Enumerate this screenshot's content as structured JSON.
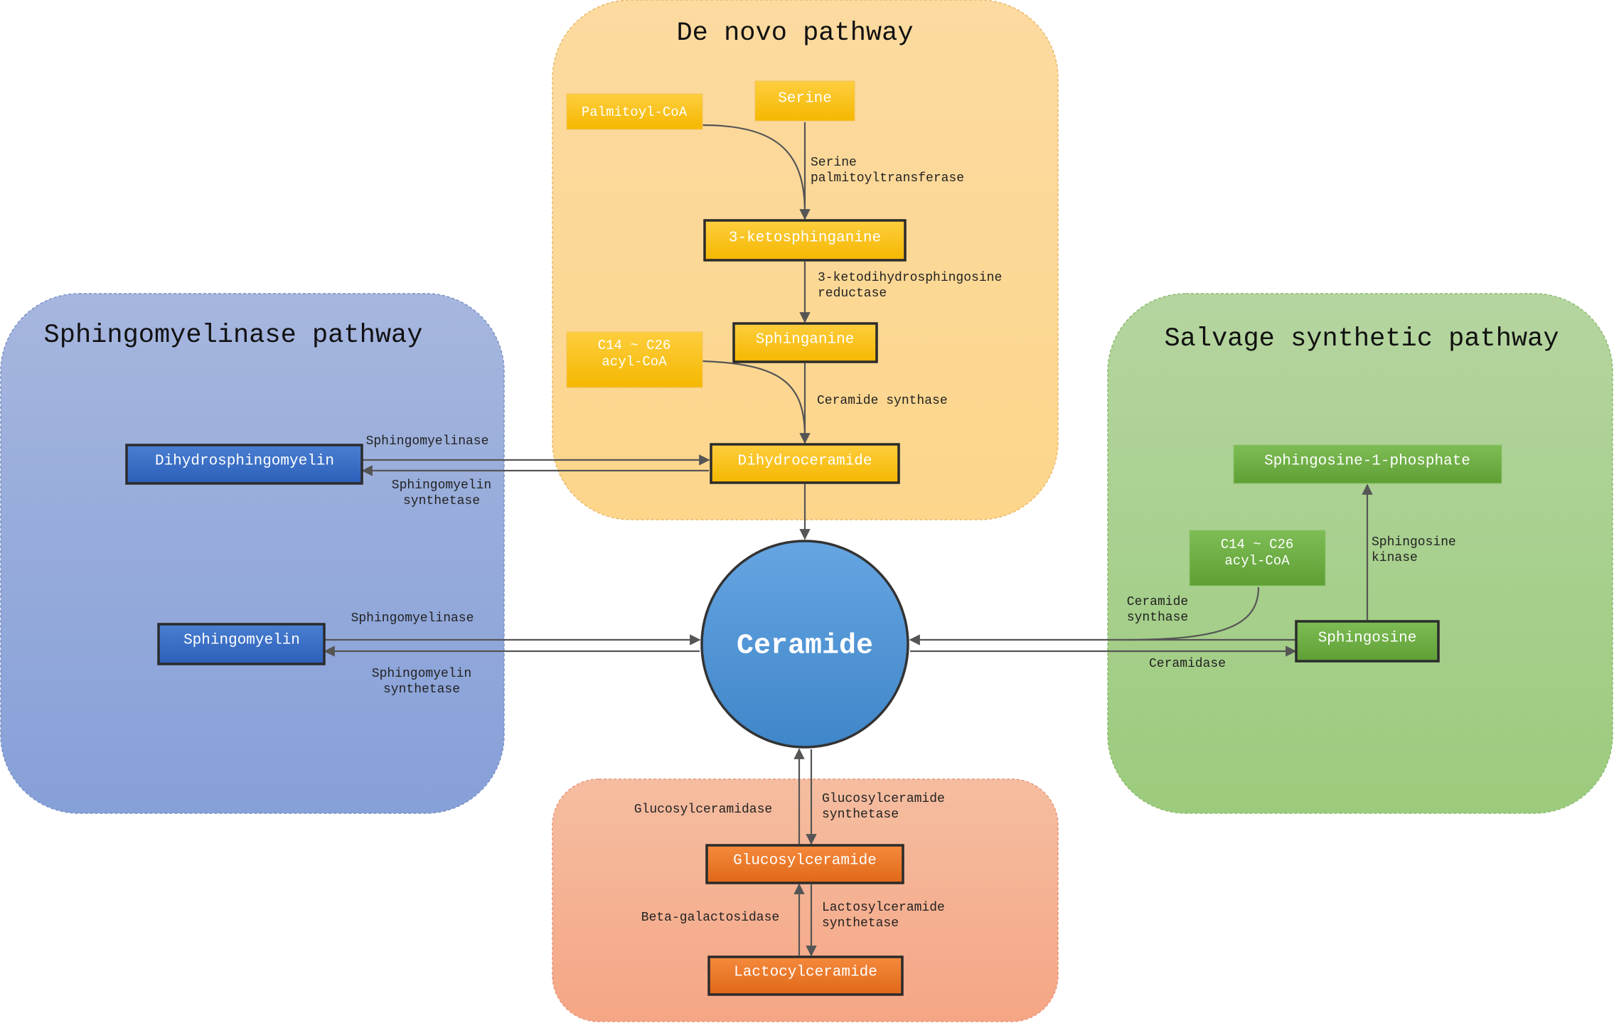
{
  "pathways": {
    "de_novo": "De novo pathway",
    "sphingomyelinase": "Sphingomyelinase pathway",
    "salvage": "Salvage synthetic pathway"
  },
  "nodes": {
    "palmitoyl_coa": "Palmitoyl-CoA",
    "serine": "Serine",
    "ketosphinganine": "3-ketosphinganine",
    "sphinganine": "Sphinganine",
    "acyl_coa_top": [
      "C14 ~ C26",
      "acyl-CoA"
    ],
    "dihydroceramide": "Dihydroceramide",
    "dihydrosphingomyelin": "Dihydrosphingomyelin",
    "sphingomyelin": "Sphingomyelin",
    "ceramide": "Ceramide",
    "sphingosine_1_phosphate": "Sphingosine-1-phosphate",
    "acyl_coa_right": [
      "C14 ~ C26",
      "acyl-CoA"
    ],
    "sphingosine": "Sphingosine",
    "glucosylceramide": "Glucosylceramide",
    "lactocylceramide": "Lactocylceramide"
  },
  "enzymes": {
    "serine_palmitoyltransferase": [
      "Serine",
      "palmitoyltransferase"
    ],
    "ketodihydrosphingosine_reductase": [
      "3-ketodihydrosphingosine",
      "reductase"
    ],
    "ceramide_synthase_top": "Ceramide synthase",
    "sphingomyelinase_top": "Sphingomyelinase",
    "sphingomyelin_synthetase_top": [
      "Sphingomyelin",
      "synthetase"
    ],
    "sphingomyelinase_bottom": "Sphingomyelinase",
    "sphingomyelin_synthetase_bottom": [
      "Sphingomyelin",
      "synthetase"
    ],
    "sphingosine_kinase": [
      "Sphingosine",
      "kinase"
    ],
    "ceramide_synthase_right": [
      "Ceramide",
      "synthase"
    ],
    "ceramidase": "Ceramidase",
    "glucosylceramidase": "Glucosylceramidase",
    "glucosylceramide_synthetase": [
      "Glucosylceramide",
      "synthetase"
    ],
    "beta_galactosidase": "Beta-galactosidase",
    "lactosylceramide_synthetase": [
      "Lactosylceramide",
      "synthetase"
    ]
  },
  "colors": {
    "de_novo_panel": "#fdd99a",
    "sphingomyelinase_panel": "#8fa7da",
    "salvage_panel": "#a9d08e",
    "glyco_panel": "#f6ac8c",
    "yellow_node": "#fbbf12",
    "blue_node": "#3b70c8",
    "green_node": "#6caf40",
    "orange_node": "#ee7a2a",
    "ceramide": "#5b9bd5",
    "arrow": "#555555"
  }
}
